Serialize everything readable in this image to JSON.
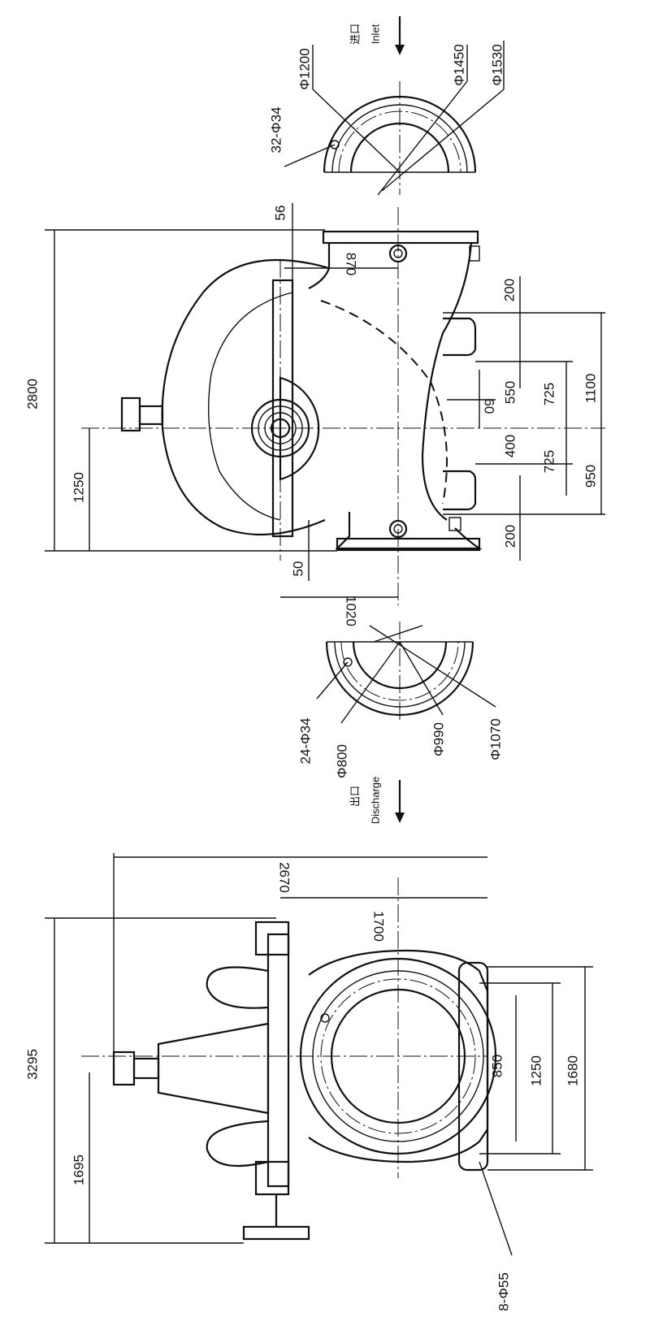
{
  "inlet": {
    "cn": "进口",
    "en": "Inlet",
    "d1": "Φ1200",
    "d2": "Φ1450",
    "d3": "Φ1530",
    "holes": "32-Φ34"
  },
  "side_view": {
    "d56": "56",
    "d870": "870",
    "d2800": "2800",
    "d1250": "1250",
    "d50": "50",
    "d1020": "1020",
    "d200a": "200",
    "d550": "550",
    "d725a": "725",
    "d1100": "1100",
    "d60": "60",
    "d400": "400",
    "d725b": "725",
    "d950": "950",
    "d200b": "200"
  },
  "discharge": {
    "cn": "出口",
    "en": "Discharge",
    "holes": "24-Φ34",
    "d1": "Φ800",
    "d2": "Φ990",
    "d3": "Φ1070"
  },
  "end_view": {
    "d2670": "2670",
    "d1700": "1700",
    "d3295": "3295",
    "d1695": "1695",
    "d850": "850",
    "d1250": "1250",
    "d1680": "1680",
    "holes": "8-Φ55"
  }
}
